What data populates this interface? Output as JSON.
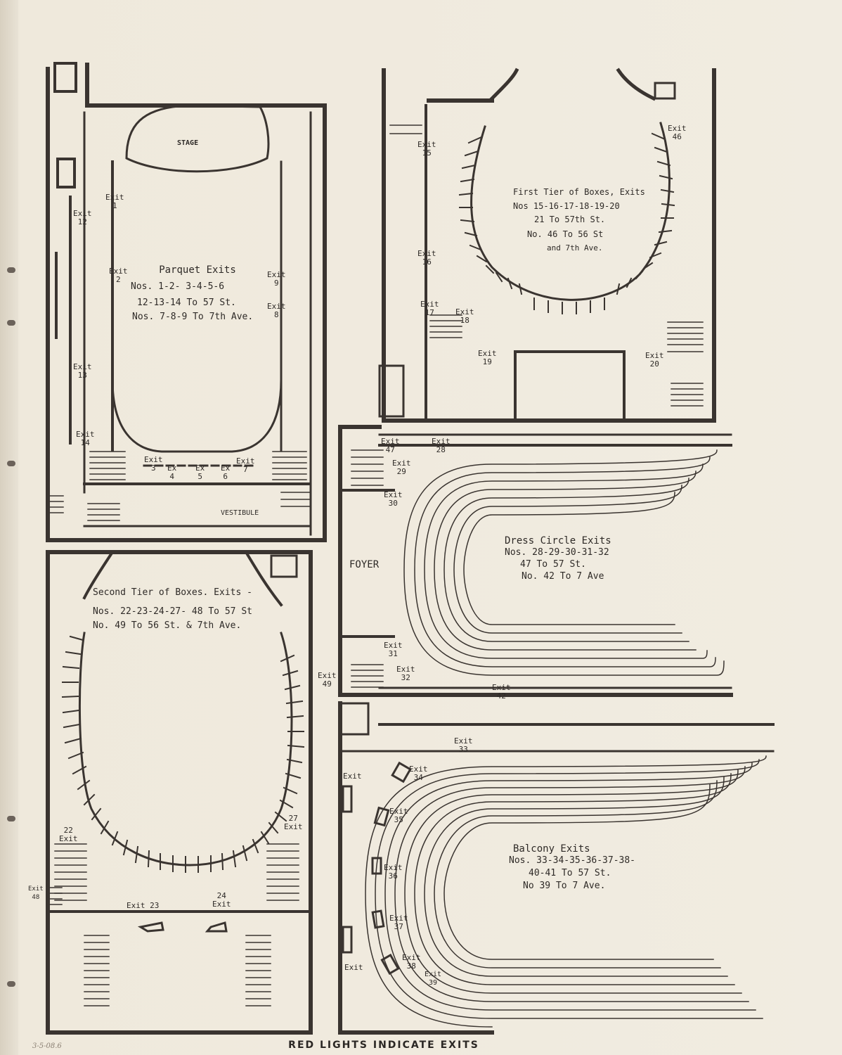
{
  "parquet": {
    "stage": "STAGE",
    "title": "Parquet Exits",
    "line1": "Nos. 1-2- 3-4-5-6",
    "line2": "12-13-14 To 57 St.",
    "line3": "Nos. 7-8-9 To 7th Ave.",
    "vestibule": "VESTIBULE",
    "exits": {
      "e1": "Exit\n1",
      "e2": "Exit\n2",
      "e12": "Exit\n12",
      "e13": "Exit\n13",
      "e14": "Exit\n14",
      "e9": "Exit\n9",
      "e8": "Exit\n8",
      "e3": "Exit\n3",
      "e4": "Ex\n4",
      "e5": "Ex\n5",
      "e6": "Ex\n6",
      "e7": "Exit\n7"
    }
  },
  "first_tier": {
    "title": "First Tier of Boxes, Exits",
    "line1": "Nos 15-16-17-18-19-20",
    "line2": "21 To 57th St.",
    "line3": "No. 46 To 56 St",
    "line4": "and 7th Ave.",
    "exits": {
      "e15": "Exit\n15",
      "e16": "Exit\n16",
      "e17": "Exit\n17",
      "e18": "Exit\n18",
      "e19": "Exit\n19",
      "e20": "Exit\n20",
      "e46": "Exit\n46"
    }
  },
  "dress_circle": {
    "title": "Dress Circle Exits",
    "line1": "Nos. 28-29-30-31-32",
    "line2": "47 To 57 St.",
    "line3": "No. 42 To 7 Ave",
    "foyer": "FOYER",
    "exits": {
      "e47": "Exit\n47",
      "e28": "Exit\n28",
      "e29": "Exit\n29",
      "e30": "Exit\n30",
      "e31": "Exit\n31",
      "e32": "Exit\n32",
      "e42": "Exit\n42",
      "e49": "Exit\n49"
    }
  },
  "second_tier": {
    "title": "Second Tier of Boxes. Exits -",
    "line1": "Nos. 22-23-24-27- 48 To 57 St",
    "line2": "No. 49 To 56 St. & 7th Ave.",
    "exits": {
      "e22": "22\nExit",
      "e27": "27\nExit",
      "e23": "Exit 23",
      "e24": "24\nExit",
      "e48": "Exit\n48"
    }
  },
  "balcony": {
    "title": "Balcony Exits",
    "line1": "Nos. 33-34-35-36-37-38-",
    "line2": "40-41 To 57 St.",
    "line3": "No 39 To 7 Ave.",
    "exits": {
      "e33": "Exit\n33",
      "e34": "Exit\n34",
      "e35": "Exit\n35",
      "e36": "Exit\n36",
      "e37": "Exit\n37",
      "e38": "Exit\n38",
      "e39": "Exit\n39",
      "eL1": "Exit",
      "eL2": "Exit"
    }
  },
  "footer": "RED LIGHTS INDICATE EXITS",
  "margin_note": "3-5-08.6"
}
